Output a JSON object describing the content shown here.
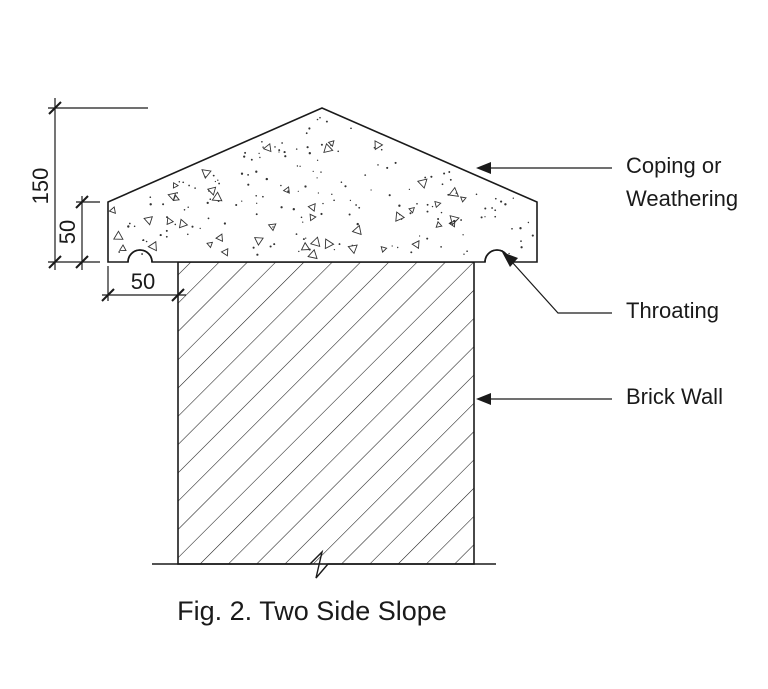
{
  "labels": {
    "coping_line1": "Coping or",
    "coping_line2": "Weathering",
    "throating": "Throating",
    "brick_wall": "Brick Wall"
  },
  "dimensions": {
    "total_height": "150",
    "edge_height": "50",
    "offset": "50"
  },
  "caption": "Fig. 2. Two Side Slope",
  "colors": {
    "line": "#1a1a1a",
    "background": "#ffffff"
  }
}
